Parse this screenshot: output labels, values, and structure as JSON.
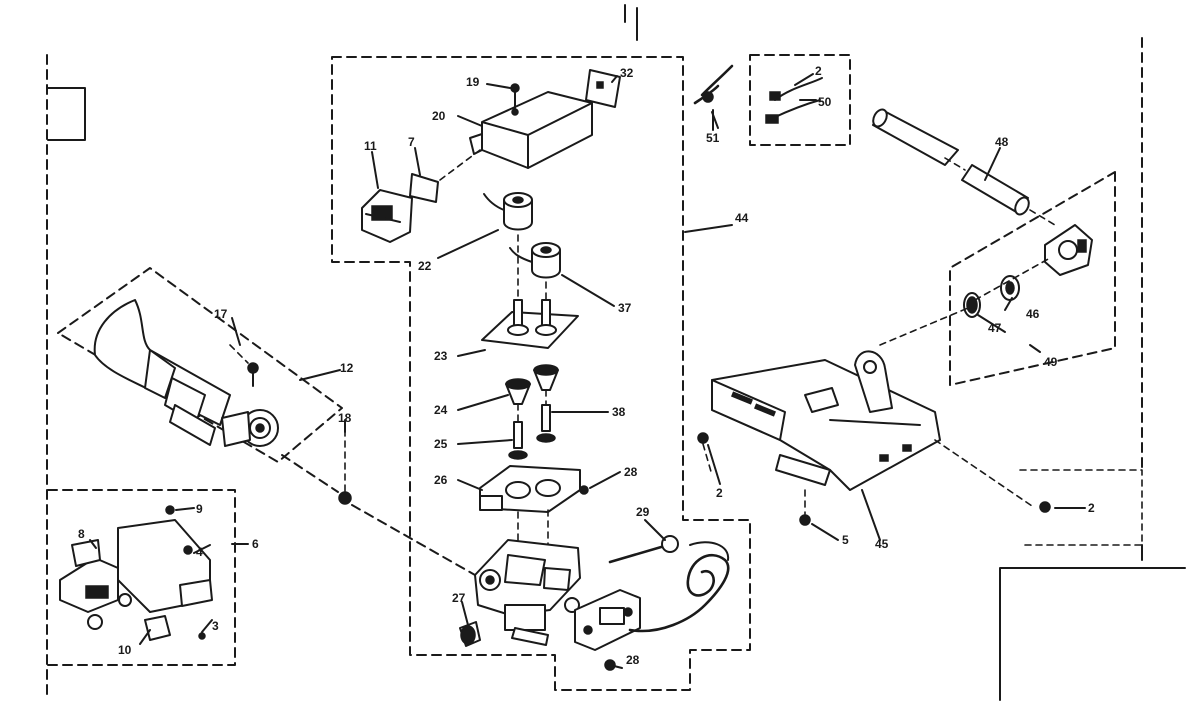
{
  "labels": {
    "p2a": "2",
    "p50": "50",
    "p51": "51",
    "p48": "48",
    "p44": "44",
    "p19": "19",
    "p32": "32",
    "p20": "20",
    "p11": "11",
    "p7": "7",
    "p22": "22",
    "p37": "37",
    "p23": "23",
    "p24": "24",
    "p38": "38",
    "p25": "25",
    "p26": "26",
    "p28": "28",
    "p29": "29",
    "p27": "27",
    "p28b": "28",
    "p17": "17",
    "p12": "12",
    "p18": "18",
    "p9": "9",
    "p6": "6",
    "p8": "8",
    "p4": "4",
    "p10": "10",
    "p3": "3",
    "p47": "47",
    "p46": "46",
    "p49": "49",
    "p2b": "2",
    "p5": "5",
    "p45": "45",
    "p2c": "2"
  }
}
